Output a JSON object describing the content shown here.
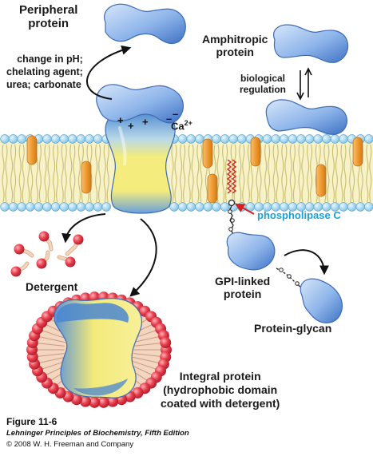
{
  "labels": {
    "peripheral_protein": [
      "Peripheral",
      "protein"
    ],
    "release_conditions": [
      "change in pH;",
      "chelating agent;",
      "urea; carbonate"
    ],
    "amphitropic_protein": [
      "Amphitropic",
      "protein"
    ],
    "biological_regulation": [
      "biological",
      "regulation"
    ],
    "calcium_ion": "Ca",
    "calcium_charge": "2+",
    "phospholipase_c": "phospholipase C",
    "gpi_linked_protein": [
      "GPI-linked",
      "protein"
    ],
    "protein_glycan": "Protein-glycan",
    "detergent": "Detergent",
    "integral_protein": [
      "Integral protein",
      "(hydrophobic domain",
      "coated with detergent)"
    ]
  },
  "caption": {
    "figure_number": "Figure 11-6",
    "book_title": "Lehninger Principles of Biochemistry, Fifth Edition",
    "copyright": "© 2008 W. H. Freeman and Company"
  },
  "colors": {
    "protein_blue": "#5b8fd6",
    "protein_light": "#bcd4f2",
    "integral_yellow": "#f2e86a",
    "lipid_head": "#a8d8f0",
    "lipid_tail": "#f5efb8",
    "embedded_orange": "#f0a040",
    "phospholipase_red": "#d62020",
    "label_cyan": "#1aa0d8",
    "detergent_red": "#e84050"
  }
}
